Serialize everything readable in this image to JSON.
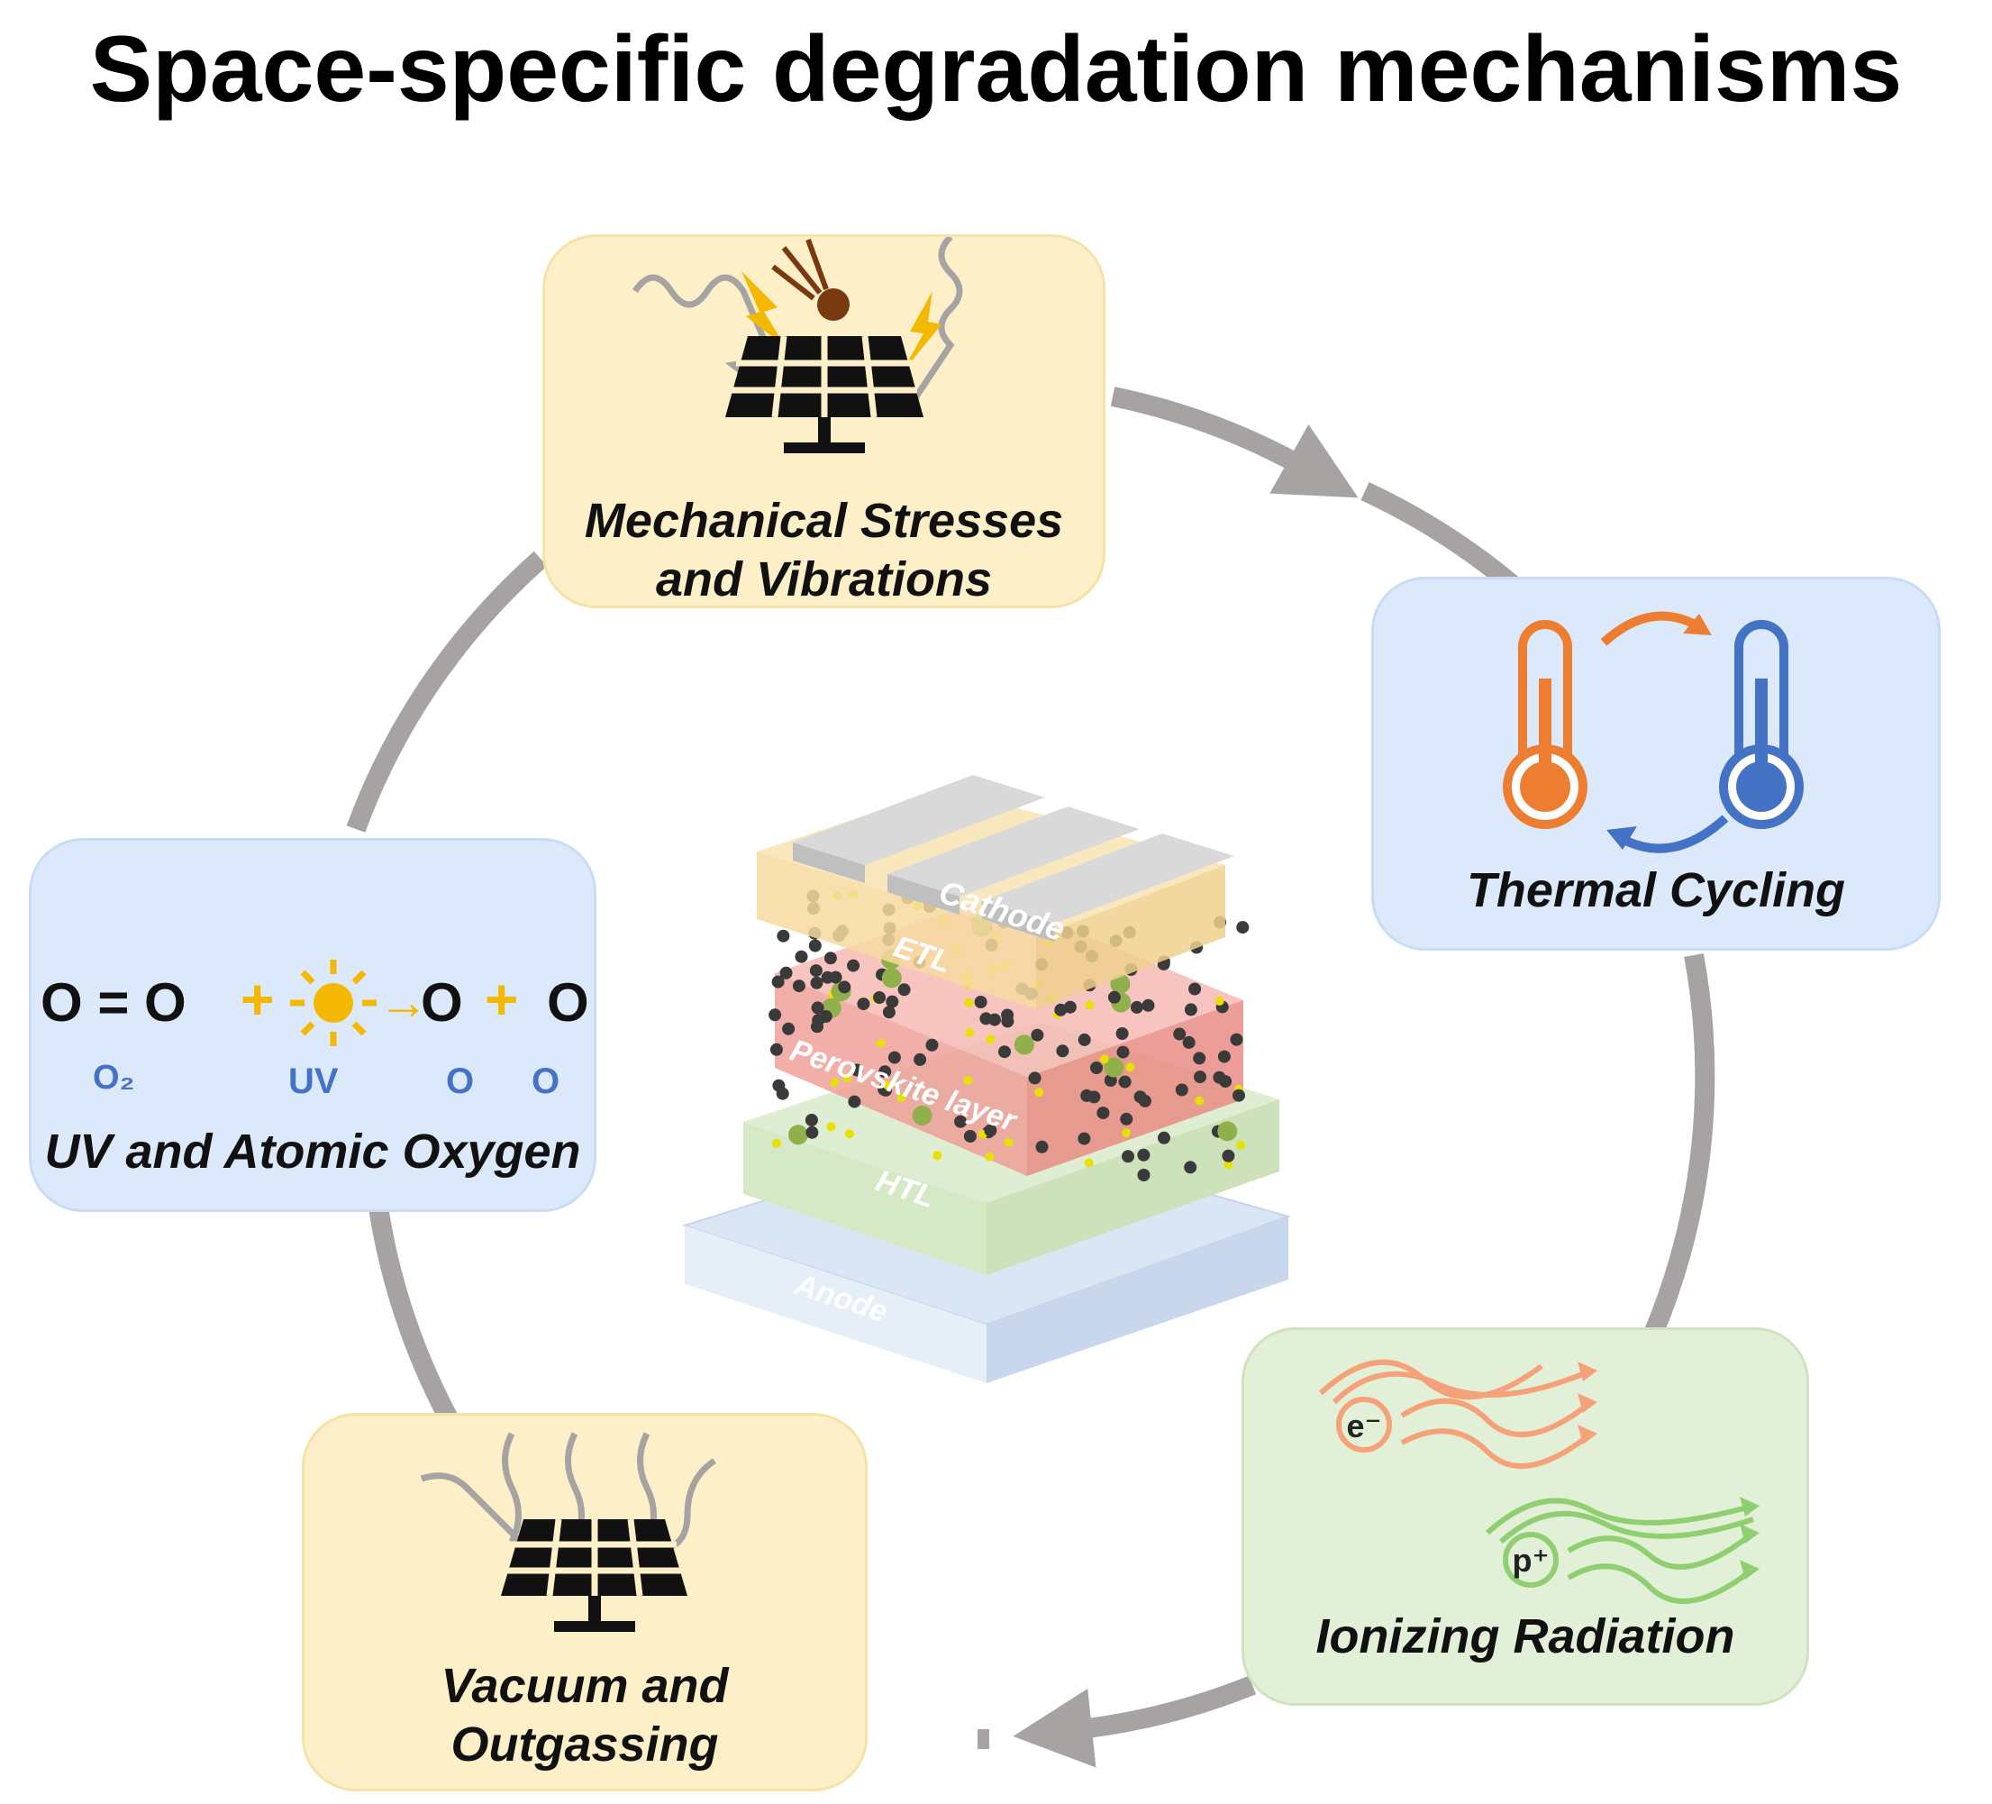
{
  "title": "Space-specific degradation mechanisms",
  "mechanisms": {
    "mechanical": {
      "line1": "Mechanical Stresses",
      "line2": "and Vibrations"
    },
    "thermal": {
      "label": "Thermal Cycling"
    },
    "ionizing": {
      "label": "Ionizing Radiation",
      "electron": "e⁻",
      "proton": "p⁺"
    },
    "vacuum": {
      "line1": "Vacuum and",
      "line2": "Outgassing"
    },
    "uv_oxygen": {
      "label": "UV and Atomic Oxygen",
      "equation": [
        "O = O",
        "+",
        "→",
        "O",
        "+",
        "O"
      ],
      "sub_o2": "O₂",
      "sub_uv": "UV",
      "sub_o1": "O",
      "sub_o2b": "O"
    }
  },
  "device_layers": {
    "cathode": "Cathode",
    "etl": "ETL",
    "perovskite": "Perovskite layer",
    "htl": "HTL",
    "anode": "Anode"
  },
  "colors": {
    "ring_arrow": "#a6a3a2",
    "box_yellow": "#fdf0c8",
    "box_blue": "#dce9fb",
    "box_green": "#e3f0d8",
    "hot": "#ed7d31",
    "cold": "#4472c4",
    "bolt": "#f5b800",
    "proton": "#8fcf72",
    "electron": "#f5a27a"
  }
}
